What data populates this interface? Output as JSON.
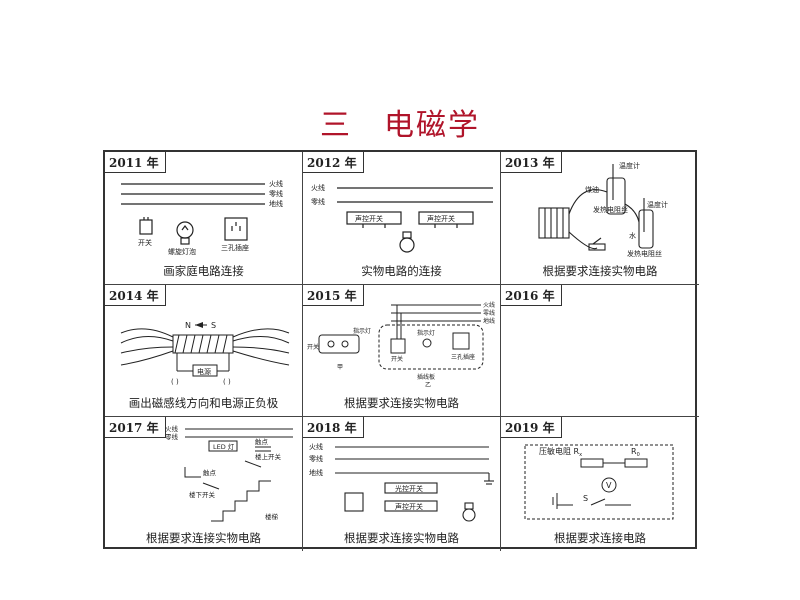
{
  "page": {
    "section_number": "三",
    "section_title": "电磁学"
  },
  "cells": [
    {
      "year": "2011 年",
      "caption": "画家庭电路连接",
      "labels": {
        "live": "火线",
        "neutral": "零线",
        "ground": "地线",
        "switch": "开关",
        "bulb": "螺旋灯泡",
        "socket": "三孔插座"
      }
    },
    {
      "year": "2012 年",
      "caption": "实物电路的连接",
      "labels": {
        "live": "火线",
        "neutral": "零线",
        "switch_a": "声控开关",
        "switch_b": "声控开关"
      }
    },
    {
      "year": "2013 年",
      "caption": "根据要求连接实物电路",
      "labels": {
        "thermo1": "温度计",
        "oil": "煤油",
        "wire1": "发热电阻丝",
        "thermo2": "温度计",
        "water": "水",
        "wire2": "发热电阻丝"
      }
    },
    {
      "year": "2014 年",
      "caption": "画出磁感线方向和电源正负极",
      "labels": {
        "north": "N",
        "south": "S",
        "source": "电源",
        "left_paren": "(   )",
        "right_paren": "(   )"
      }
    },
    {
      "year": "2015 年",
      "caption": "根据要求连接实物电路",
      "labels": {
        "live": "火线",
        "neutral": "零线",
        "ground": "地线",
        "indicator_a": "指示灯",
        "switch_a": "开关",
        "jia": "甲",
        "indicator_b": "指示灯",
        "switch_b": "开关",
        "socket": "三孔插座",
        "board": "插线板",
        "yi": "乙"
      }
    },
    {
      "year": "2016 年",
      "caption": "",
      "labels": {}
    },
    {
      "year": "2017 年",
      "caption": "根据要求连接实物电路",
      "labels": {
        "live": "火线",
        "neutral": "零线",
        "led": "LED 灯",
        "contact_a": "触点",
        "upper": "楼上开关",
        "contact_b": "触点",
        "lower": "楼下开关",
        "stairs": "楼梯"
      }
    },
    {
      "year": "2018 年",
      "caption": "根据要求连接实物电路",
      "labels": {
        "live": "火线",
        "neutral": "零线",
        "ground": "地线",
        "light_sw": "光控开关",
        "sound_sw": "声控开关"
      }
    },
    {
      "year": "2019 年",
      "caption": "根据要求连接电路",
      "labels": {
        "pressure_r": "压敏电阻 R",
        "pressure_sub": "x",
        "r0": "R",
        "r0_sub": "0",
        "voltmeter": "V",
        "switch": "S"
      }
    }
  ]
}
